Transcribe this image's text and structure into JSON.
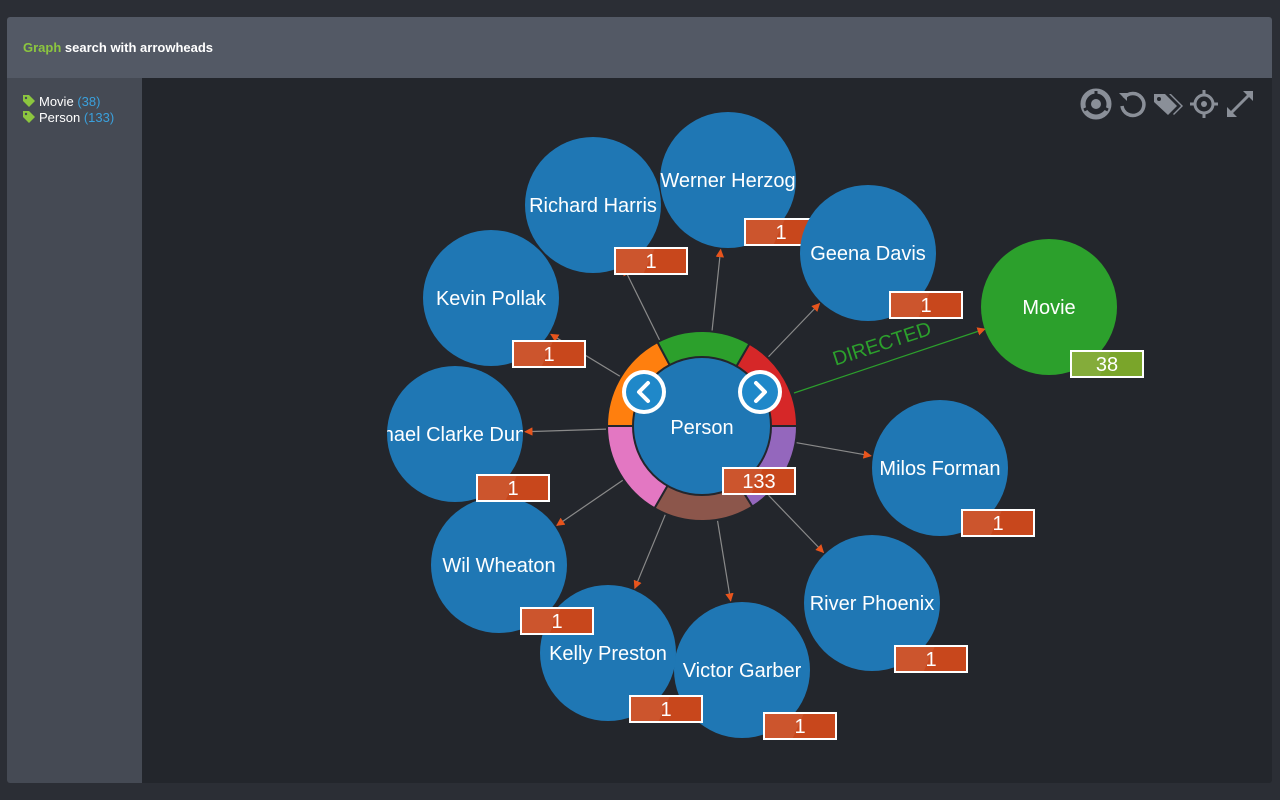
{
  "header": {
    "title_accent": "Graph",
    "title_rest": " search with arrowheads"
  },
  "sidebar": {
    "legend": [
      {
        "label": "Movie",
        "count": "(38)",
        "tag_color": "#8cc63f"
      },
      {
        "label": "Person",
        "count": "(133)",
        "tag_color": "#8cc63f"
      }
    ]
  },
  "toolbar": {
    "icons": [
      "radial-menu-icon",
      "reset-icon",
      "tags-icon",
      "center-icon",
      "fullscreen-icon"
    ]
  },
  "graph": {
    "colors": {
      "person_node": "#1f77b4",
      "movie_node": "#2ca02c",
      "person_badge": "#c8471c",
      "movie_badge": "#7aa52a",
      "edge": "#8a8a8a",
      "arrow": "#e8541c"
    },
    "center_node": {
      "label": "Person",
      "count": "133"
    },
    "relationship": {
      "label": "DIRECTED"
    },
    "target_node": {
      "label": "Movie",
      "count": "38"
    },
    "neighbors": [
      {
        "label": "Werner Herzog",
        "count": "1"
      },
      {
        "label": "Geena Davis",
        "count": "1"
      },
      {
        "label": "Milos Forman",
        "count": "1"
      },
      {
        "label": "River Phoenix",
        "count": "1"
      },
      {
        "label": "Victor Garber",
        "count": "1"
      },
      {
        "label": "Kelly Preston",
        "count": "1"
      },
      {
        "label": "Wil Wheaton",
        "count": "1"
      },
      {
        "label": "Michael Clarke Duncan",
        "count": "1"
      },
      {
        "label": "Kevin Pollak",
        "count": "1"
      },
      {
        "label": "Richard Harris",
        "count": "1"
      }
    ]
  }
}
